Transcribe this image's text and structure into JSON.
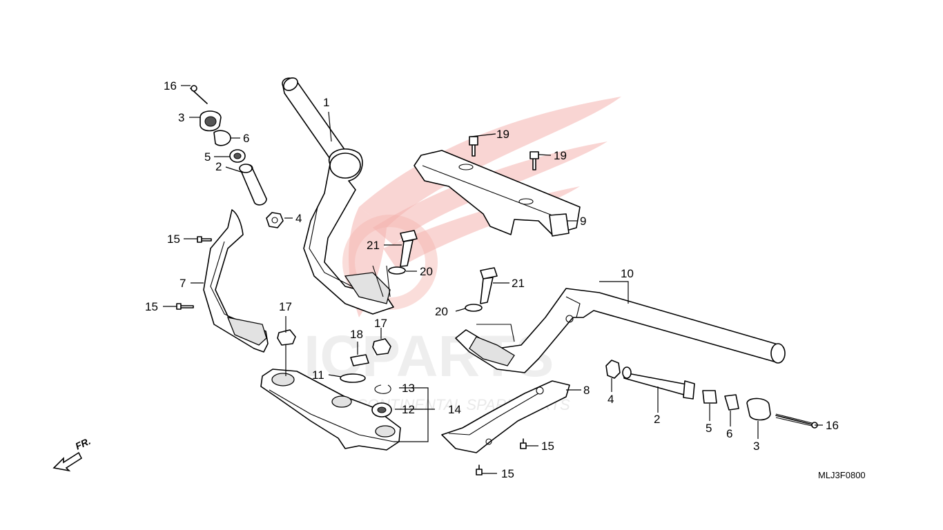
{
  "diagram": {
    "code": "MLJ3F0800",
    "direction_label": "FR.",
    "watermark": {
      "brand": "ICPARTS",
      "tagline": "INTERCONTINENTAL SPARE PARTS"
    },
    "callouts": [
      {
        "id": "c1",
        "text": "1"
      },
      {
        "id": "c2a",
        "text": "2"
      },
      {
        "id": "c2b",
        "text": "2"
      },
      {
        "id": "c3a",
        "text": "3"
      },
      {
        "id": "c3b",
        "text": "3"
      },
      {
        "id": "c4a",
        "text": "4"
      },
      {
        "id": "c4b",
        "text": "4"
      },
      {
        "id": "c5a",
        "text": "5"
      },
      {
        "id": "c5b",
        "text": "5"
      },
      {
        "id": "c6a",
        "text": "6"
      },
      {
        "id": "c6b",
        "text": "6"
      },
      {
        "id": "c7",
        "text": "7"
      },
      {
        "id": "c8",
        "text": "8"
      },
      {
        "id": "c9",
        "text": "9"
      },
      {
        "id": "c10",
        "text": "10"
      },
      {
        "id": "c11",
        "text": "11"
      },
      {
        "id": "c12",
        "text": "12"
      },
      {
        "id": "c13",
        "text": "13"
      },
      {
        "id": "c14",
        "text": "14"
      },
      {
        "id": "c15a",
        "text": "15"
      },
      {
        "id": "c15b",
        "text": "15"
      },
      {
        "id": "c15c",
        "text": "15"
      },
      {
        "id": "c15d",
        "text": "15"
      },
      {
        "id": "c16a",
        "text": "16"
      },
      {
        "id": "c16b",
        "text": "16"
      },
      {
        "id": "c17a",
        "text": "17"
      },
      {
        "id": "c17b",
        "text": "17"
      },
      {
        "id": "c18",
        "text": "18"
      },
      {
        "id": "c19a",
        "text": "19"
      },
      {
        "id": "c19b",
        "text": "19"
      },
      {
        "id": "c20a",
        "text": "20"
      },
      {
        "id": "c20b",
        "text": "20"
      },
      {
        "id": "c21a",
        "text": "21"
      },
      {
        "id": "c21b",
        "text": "21"
      }
    ]
  }
}
